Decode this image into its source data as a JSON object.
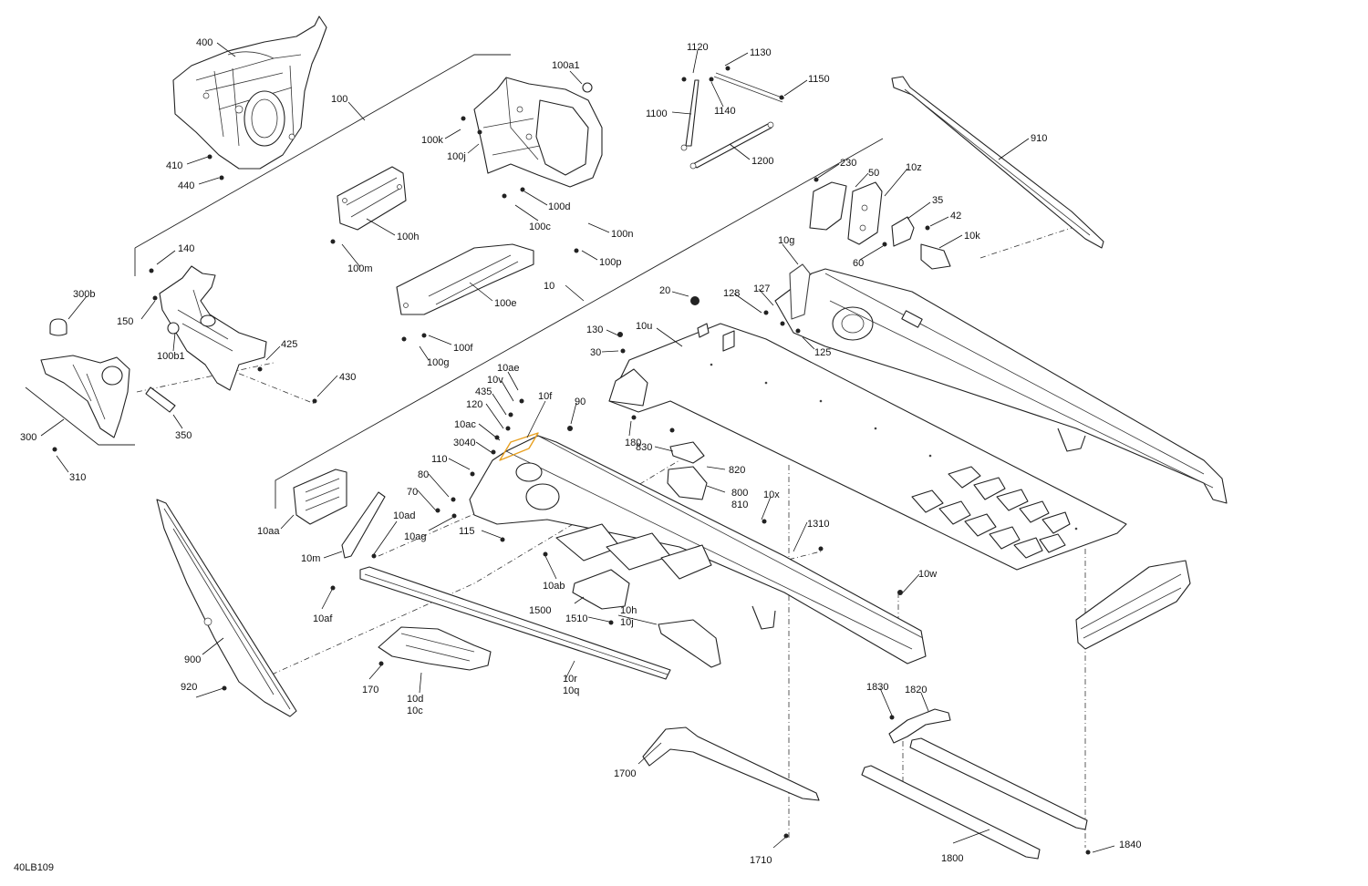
{
  "diagram": {
    "ref_code": "40LB109",
    "highlight_color": "#e8a020",
    "callouts": [
      "400",
      "100",
      "410",
      "440",
      "100a1",
      "100k",
      "100j",
      "100d",
      "100c",
      "100n",
      "100p",
      "100h",
      "100m",
      "100e",
      "100f",
      "100g",
      "10",
      "140",
      "150",
      "300b",
      "100b1",
      "425",
      "430",
      "300",
      "310",
      "350",
      "1120",
      "1130",
      "1150",
      "1100",
      "1140",
      "1200",
      "910",
      "230",
      "50",
      "10z",
      "35",
      "42",
      "10k",
      "60",
      "10g",
      "20",
      "128",
      "127",
      "125",
      "130",
      "10u",
      "30",
      "10ae",
      "10v",
      "435",
      "10f",
      "120",
      "90",
      "10ac",
      "180",
      "3040",
      "830",
      "110",
      "820",
      "80",
      "800",
      "810",
      "70",
      "10x",
      "10ad",
      "10ag",
      "115",
      "10aa",
      "10m",
      "1310",
      "10ab",
      "10w",
      "1500",
      "10h",
      "10j",
      "1510",
      "10af",
      "900",
      "170",
      "10d",
      "10c",
      "10r",
      "10q",
      "920",
      "1830",
      "1820",
      "1700",
      "1710",
      "1800",
      "1840"
    ]
  }
}
